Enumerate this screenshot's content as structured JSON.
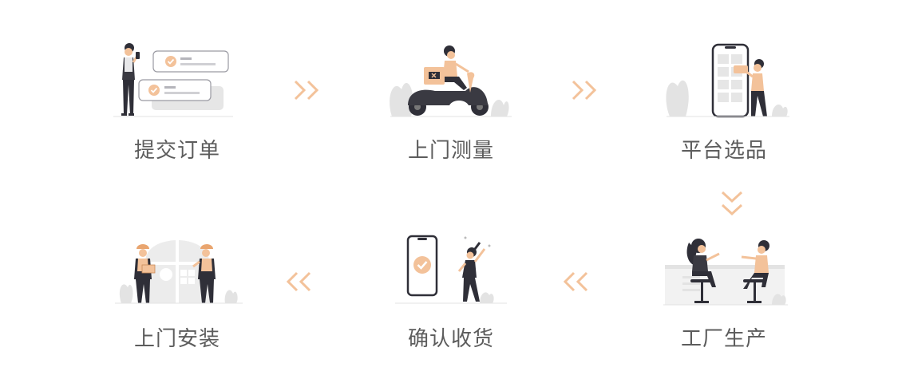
{
  "colors": {
    "accent": "#f3c29a",
    "accent_dark": "#e9a56f",
    "ink": "#2f2f38",
    "gray": "#e3e3e3",
    "text": "#5c5c5c"
  },
  "steps": [
    {
      "id": "submit-order",
      "label": "提交订单"
    },
    {
      "id": "onsite-measure",
      "label": "上门测量"
    },
    {
      "id": "platform-select",
      "label": "平台选品"
    },
    {
      "id": "factory-production",
      "label": "工厂生产"
    },
    {
      "id": "confirm-receipt",
      "label": "确认收货"
    },
    {
      "id": "onsite-install",
      "label": "上门安装"
    }
  ],
  "flow": [
    {
      "from": "提交订单",
      "to": "上门测量",
      "direction": "right"
    },
    {
      "from": "上门测量",
      "to": "平台选品",
      "direction": "right"
    },
    {
      "from": "平台选品",
      "to": "工厂生产",
      "direction": "down"
    },
    {
      "from": "工厂生产",
      "to": "确认收货",
      "direction": "left"
    },
    {
      "from": "确认收货",
      "to": "上门安装",
      "direction": "left"
    }
  ]
}
